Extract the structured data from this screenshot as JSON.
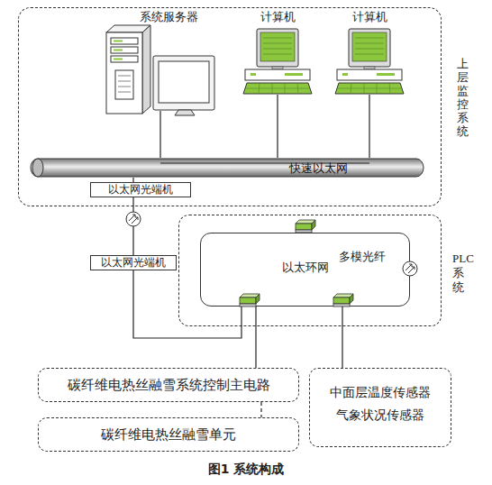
{
  "diagram": {
    "caption": "图1 系统构成",
    "nodes": [
      {
        "text": [
          "上层监控系统"
        ]
      },
      {
        "text": [
          "系统服务器"
        ],
        "in": 0
      },
      {
        "text": [
          "计算机"
        ],
        "in": 0
      },
      {
        "text": [
          "计算机"
        ],
        "in": 0
      },
      {
        "text": [
          "快速以太网"
        ],
        "in": 0
      },
      {
        "text": [
          "以太网光端机"
        ],
        "in": 0
      },
      {
        "text": [
          "以太网光端机"
        ]
      },
      {
        "text": [
          "PLC系统"
        ]
      },
      {
        "text": [
          "以太环网"
        ],
        "in": 7
      },
      {
        "text": [
          "碳纤维电热丝融雪系统控制主电路"
        ]
      },
      {
        "text": [
          "碳纤维电热丝融雪单元"
        ]
      },
      {
        "text": [
          "中面层温度传感器 气象状况传感器"
        ]
      }
    ],
    "edges": [
      {
        "from": 1,
        "to": 4,
        "arrow": "none"
      },
      {
        "from": 2,
        "to": 4,
        "arrow": "none"
      },
      {
        "from": 3,
        "to": 4,
        "arrow": "none"
      },
      {
        "from": 4,
        "to": 5,
        "arrow": "none"
      },
      {
        "from": 5,
        "to": 6,
        "arrow": "none"
      },
      {
        "from": 6,
        "to": 8,
        "arrow": "none"
      },
      {
        "from": 8,
        "to": 9,
        "arrow": "none"
      },
      {
        "from": 8,
        "to": 11,
        "arrow": "none"
      },
      {
        "from": 9,
        "to": 10,
        "arrow": "none"
      }
    ],
    "labels": [
      "多模光纤"
    ]
  }
}
